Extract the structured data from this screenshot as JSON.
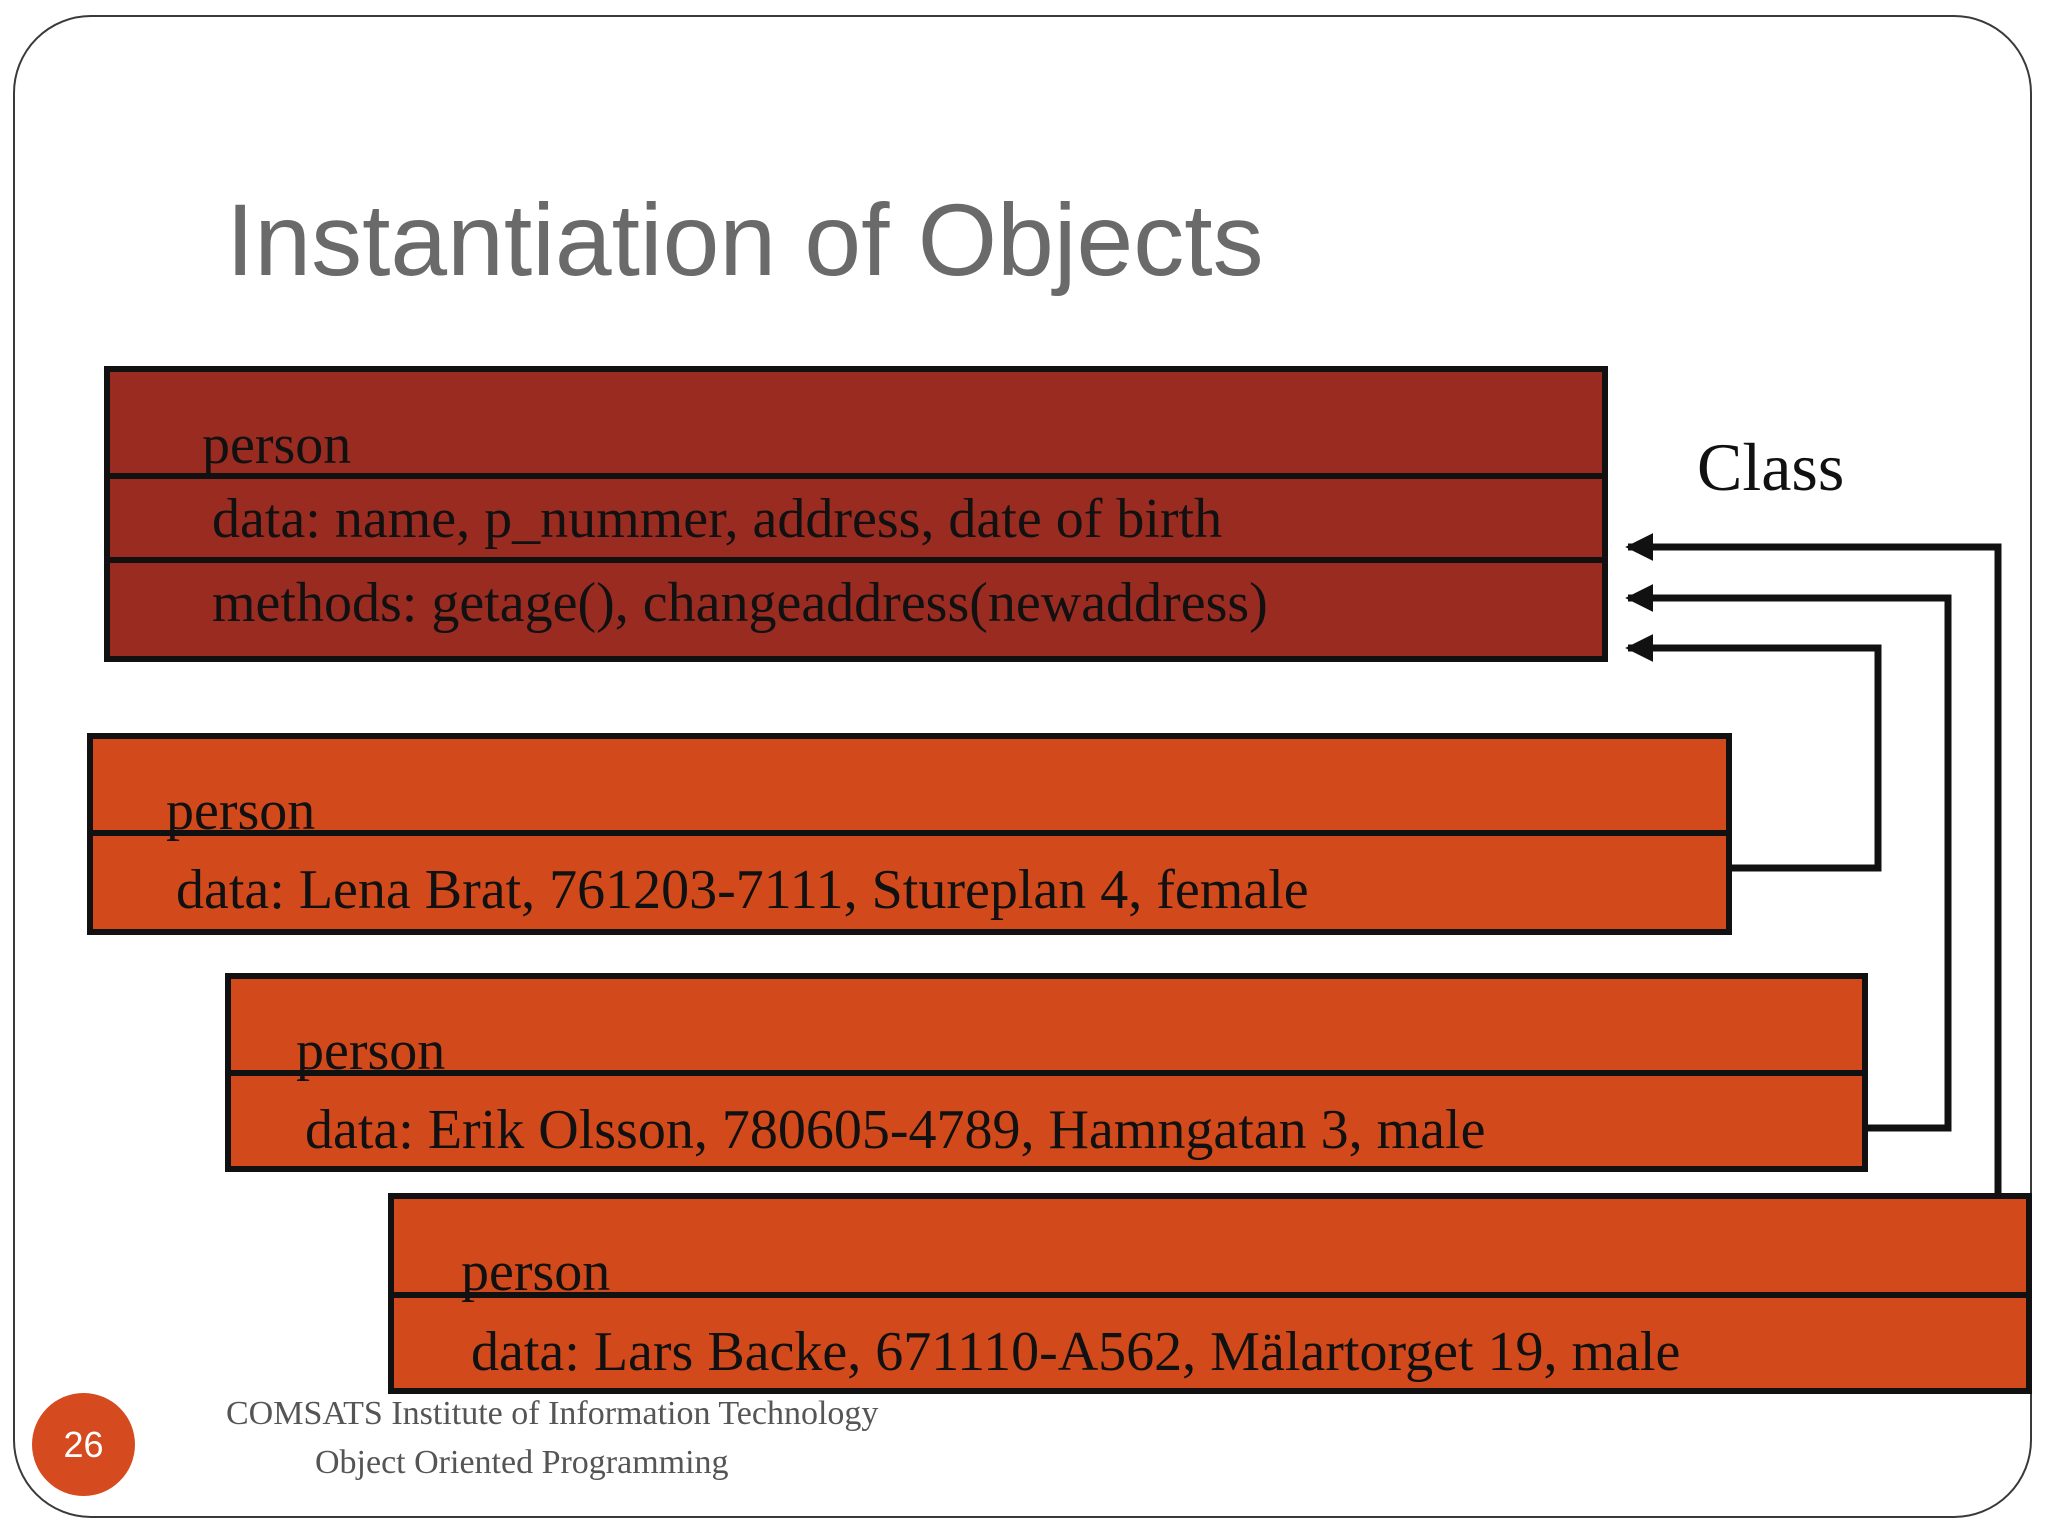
{
  "slide": {
    "title": "Instantiation of Objects",
    "page_number": "26",
    "footer_line1": "COMSATS Institute of Information Technology",
    "footer_line2": "Object Oriented Programming"
  },
  "class_box": {
    "header": "person",
    "data": "data: name, p_nummer, address, date of birth",
    "methods": "methods: getage(), changeaddress(newaddress)",
    "fill_color": "#9a2b21"
  },
  "class_label": "Class",
  "objects": [
    {
      "header": "person",
      "data": "data: Lena Brat, 761203-7111, Stureplan 4, female"
    },
    {
      "header": "person",
      "data": "data: Erik Olsson, 780605-4789, Hamngatan 3, male"
    },
    {
      "header": "person",
      "data": "data: Lars Backe, 671110-A562, Mälartorget 19, male"
    }
  ],
  "object_fill_color": "#d24a1b",
  "badge_color": "#d54a1e"
}
